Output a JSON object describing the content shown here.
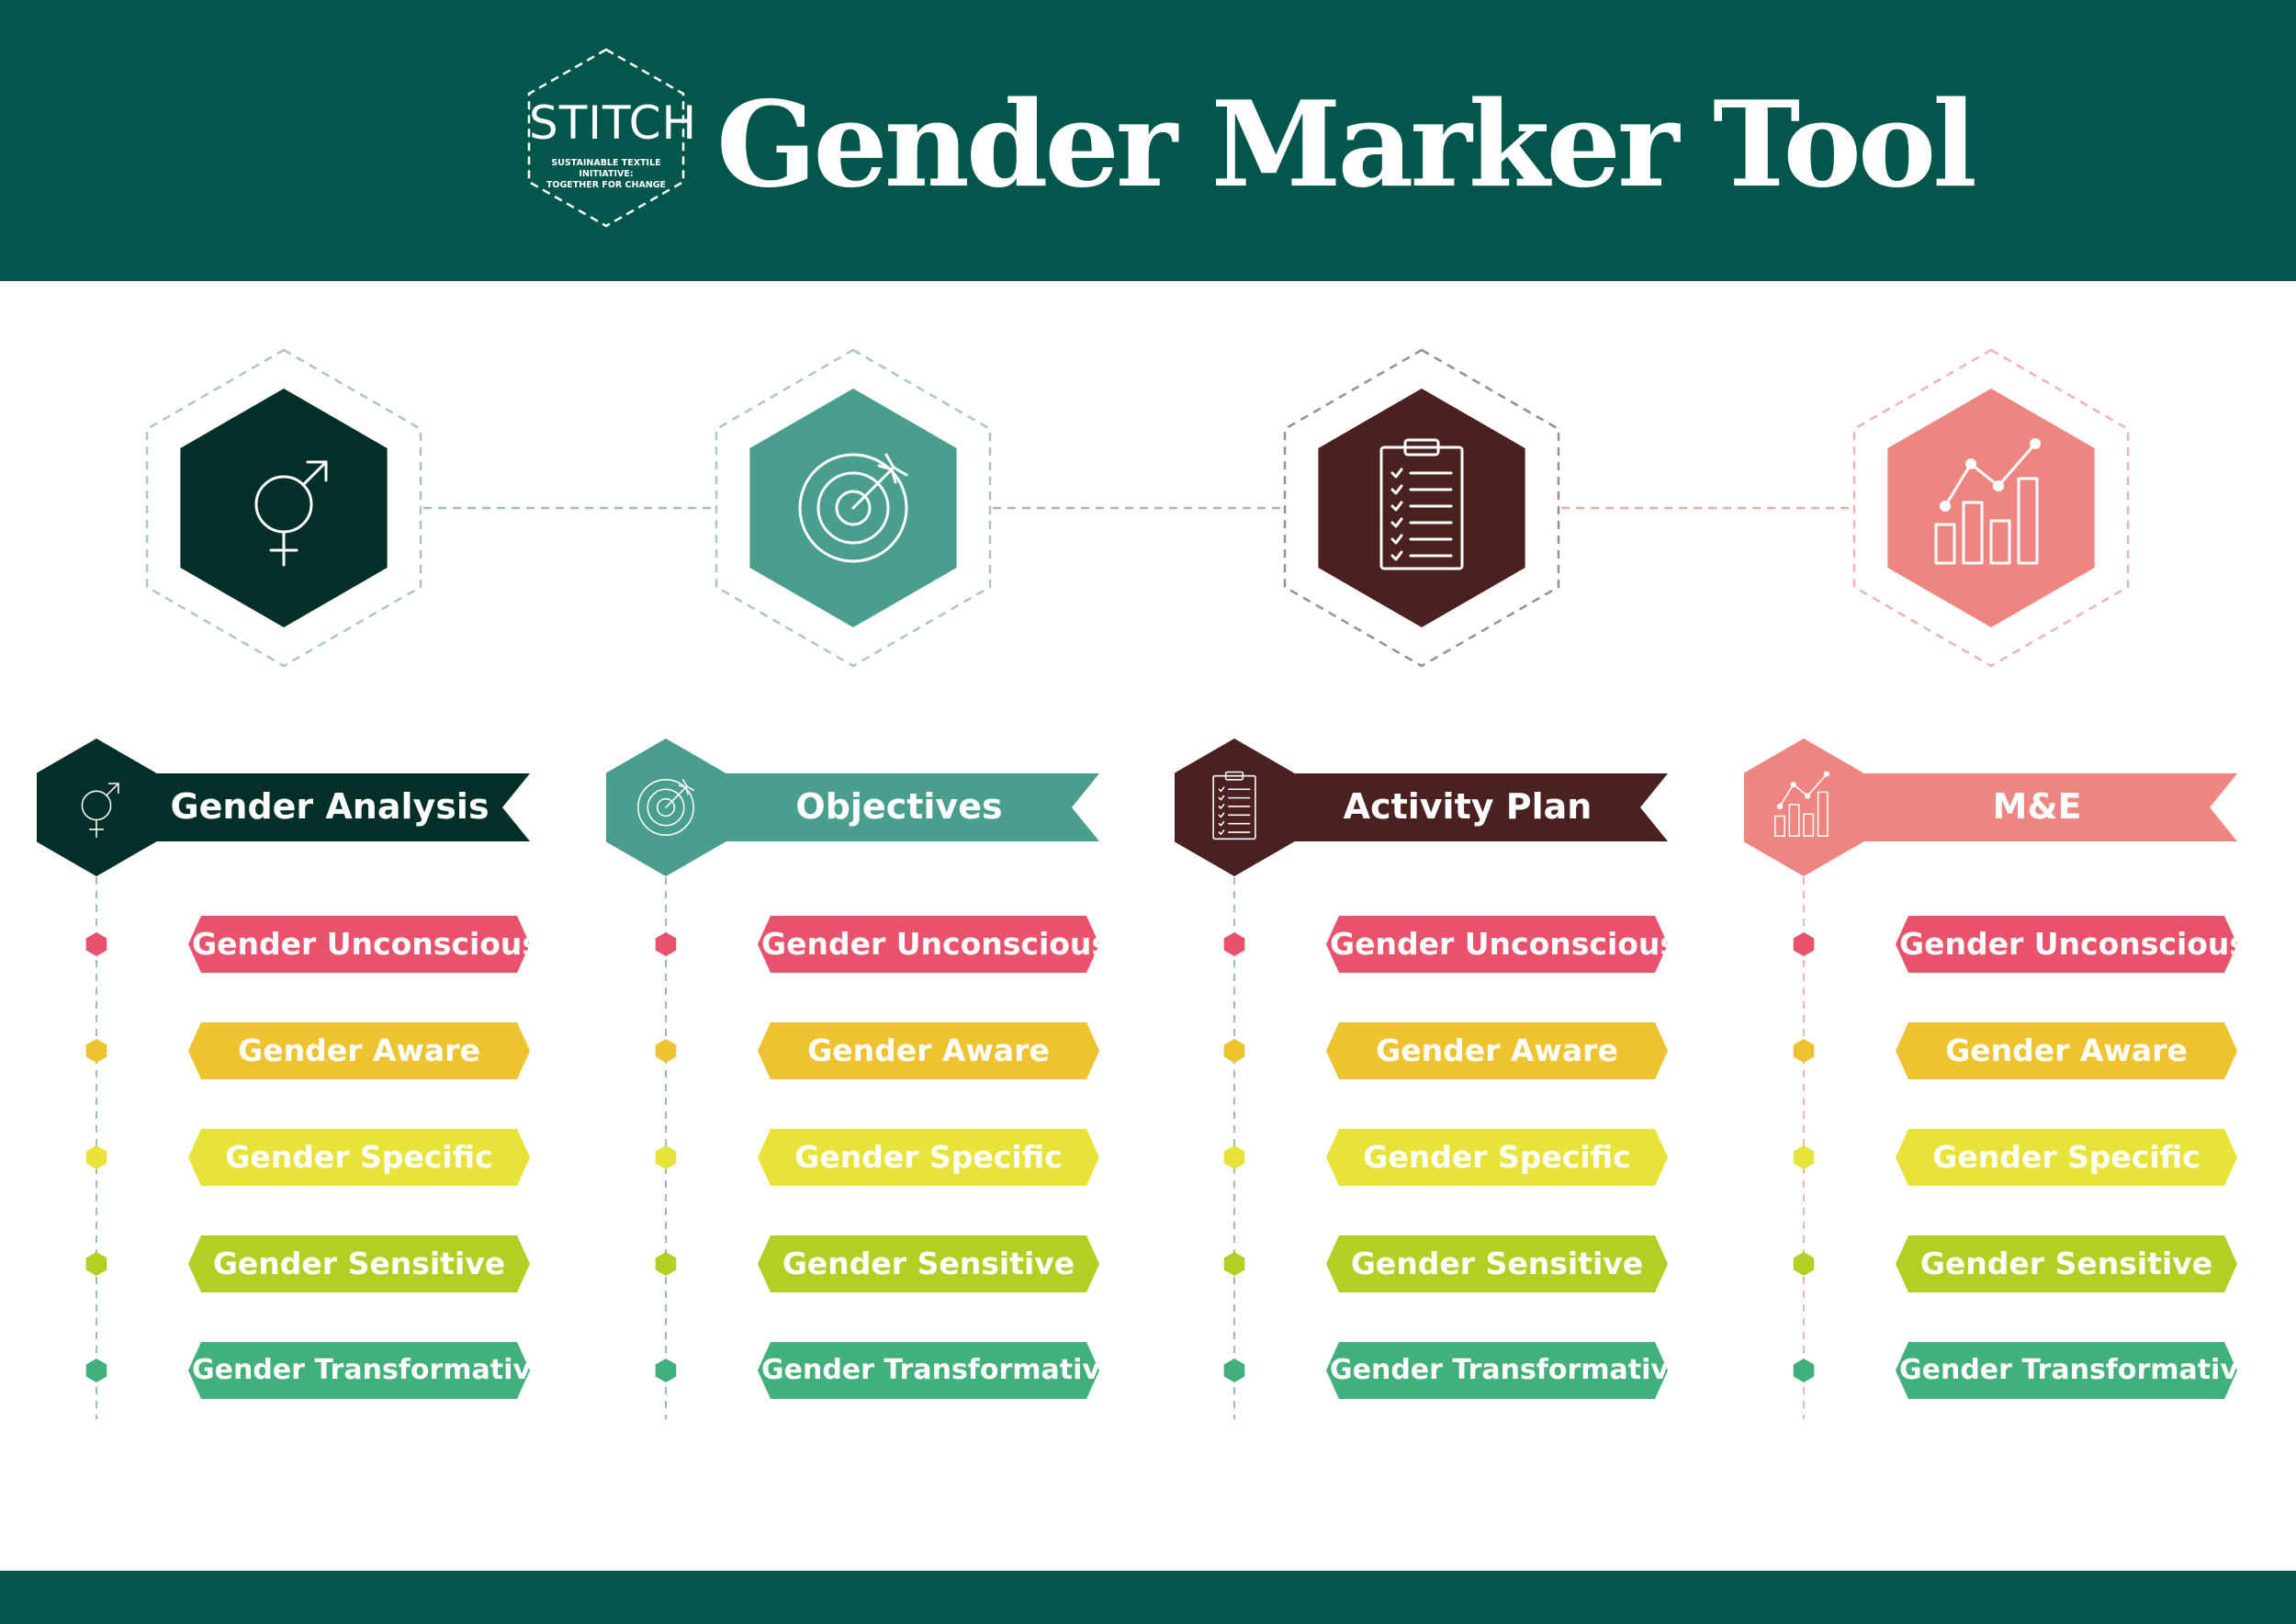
{
  "header": {
    "title": "Gender Marker Tool",
    "logo_word": "STITCH",
    "logo_subtitle_line1": "SUSTAINABLE TEXTILE INITIATIVE:",
    "logo_subtitle_line2": "TOGETHER FOR CHANGE"
  },
  "colors": {
    "header_bg": "#02564b",
    "gender_analysis": "#022f28",
    "objectives": "#4a9e8d",
    "activity_plan": "#4a2120",
    "me": "#ee8581",
    "unconscious": "#e8526c",
    "aware": "#efc232",
    "specific": "#e8e338",
    "sensitive": "#b3cf26",
    "transformative": "#42b07a"
  },
  "stages": [
    {
      "label": "Gender Analysis",
      "icon": "gender-symbol-icon",
      "color": "#022f28"
    },
    {
      "label": "Objectives",
      "icon": "target-icon",
      "color": "#4a9e8d"
    },
    {
      "label": "Activity Plan",
      "icon": "clipboard-icon",
      "color": "#4a2120"
    },
    {
      "label": "M&E",
      "icon": "bar-chart-icon",
      "color": "#ee8581"
    }
  ],
  "levels": [
    {
      "label": "Gender Unconscious",
      "color": "#e8526c"
    },
    {
      "label": "Gender Aware",
      "color": "#efc232"
    },
    {
      "label": "Gender Specific",
      "color": "#e8e338"
    },
    {
      "label": "Gender Sensitive",
      "color": "#b3cf26"
    },
    {
      "label": "Gender Transformative",
      "color": "#42b07a"
    }
  ]
}
